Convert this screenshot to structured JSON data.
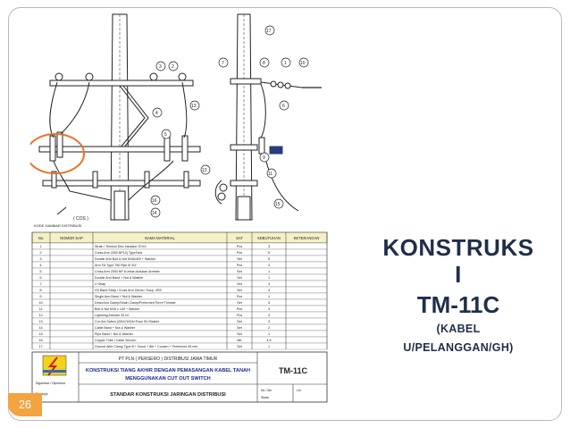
{
  "slide": {
    "title_line1": "KONSTRUKS",
    "title_line2": "I",
    "title_line3": "TM-11C",
    "subtitle_line1": "(KABEL",
    "subtitle_line2": "U/PELANGGAN/GH)",
    "page_number": "26"
  },
  "drawing": {
    "callouts": [
      "17",
      "7",
      "8",
      "1",
      "10",
      "3",
      "2",
      "4",
      "13",
      "5",
      "6",
      "9",
      "16",
      "12",
      "11",
      "15",
      "14"
    ],
    "cos_label": "( COS )",
    "kode_label": "KODE GAMBAR DISTRIBUSI",
    "table_headers": [
      "No.",
      "NOMOR SAP",
      "NAMA MATERIAL",
      "SAT",
      "KEBUTUHAN",
      "KETERANGAN"
    ],
    "table_rows": [
      [
        "1.",
        "",
        "Strain / Tension Disc Insulator 20 kV",
        "Pcs",
        "3",
        ""
      ],
      [
        "2.",
        "",
        "Cross Arm 2000 NP10) TypeTank",
        "Pcs",
        "5",
        ""
      ],
      [
        "3.",
        "",
        "Double Arm Bolt & Nut M16x400 + Washer",
        "Set",
        "6",
        ""
      ],
      [
        "4.",
        "",
        "Arm Tie Type 750 Pipe Ø 3/4\"",
        "Pcs",
        "4",
        ""
      ],
      [
        "5.",
        "",
        "Cross Arm 2000 NP 8 untuk dudukan Arrester",
        "Set",
        "1",
        ""
      ],
      [
        "6.",
        "",
        "Double Arm Band + Nut & Washer",
        "Set",
        "1",
        ""
      ],
      [
        "7.",
        "",
        "U Strap",
        "Set",
        "3",
        ""
      ],
      [
        "8.",
        "",
        "HV Band Strap / Cross Arm Clevis / Susp. VEE",
        "Set",
        "3",
        ""
      ],
      [
        "9.",
        "",
        "Single Arm Band + Nut & Washer",
        "Pcs",
        "1",
        ""
      ],
      [
        "10.",
        "",
        "Dead And Clamp/Strain Clamp/Preformed Term+Thimble",
        "Set",
        "3",
        ""
      ],
      [
        "11.",
        "",
        "Bolt & Nut M16 x 140 + Washer",
        "Pcs",
        "3",
        ""
      ],
      [
        "12.",
        "",
        "Lightning Arrester 20 kV",
        "Pcs",
        "3",
        ""
      ],
      [
        "13.",
        "",
        "Cut Out Switch (20kV/100A+Fuse Sh+Braket",
        "Set",
        "3",
        ""
      ],
      [
        "14.",
        "",
        "Cable Band + Nut & Washer",
        "Set",
        "2",
        ""
      ],
      [
        "15.",
        "",
        "Pipe Band + Nut & Washer",
        "Set",
        "1",
        ""
      ],
      [
        "16.",
        "",
        "Copper Tube / Cable Schoen",
        "Mtr",
        "4,5",
        ""
      ],
      [
        "17.",
        "",
        "Ground Wire Clamp Type B + Scoot + 8lb + Cousen + Preformed 35 mm",
        "Set",
        "1",
        ""
      ]
    ],
    "company": "PT PLN ( PERSERO ) DISTRIBUSI JAWA TIMUR",
    "description_line1": "KONSTRUKSI TIANG AKHIR DENGAN PEMASANGAN KABEL TANAH",
    "description_line2": "MENGGUNAKAN CUT OUT SWITCH",
    "standard_label": "STANDAR KONSTRUKSI JARINGAN DISTRIBUSI",
    "code": "TM-11C",
    "logo_caption": "Digambar / Diperiksa",
    "small_labels": [
      "No. Gbr",
      "Lbr",
      "Skala",
      "Disetujui"
    ]
  },
  "colors": {
    "title": "#1f2f49",
    "page_badge": "#f3a33f",
    "highlight_circle": "#e8742c",
    "frame_border": "#b8b8b8"
  }
}
